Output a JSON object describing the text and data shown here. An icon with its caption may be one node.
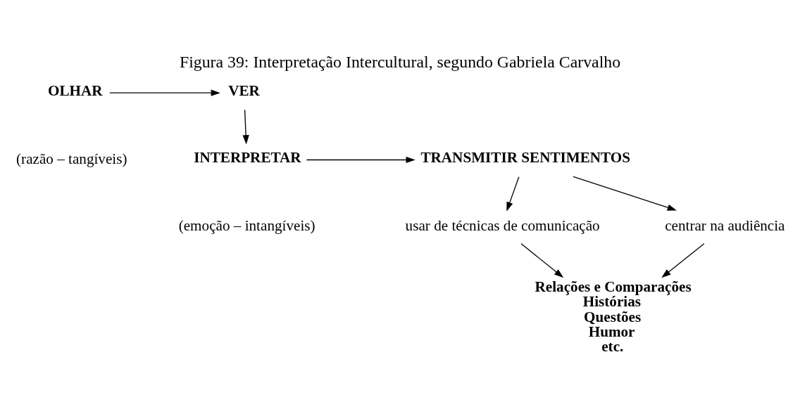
{
  "diagram": {
    "title": "Figura 39: Interpretação Intercultural, segundo Gabriela Carvalho",
    "nodes": [
      {
        "text": [
          "OLHAR"
        ]
      },
      {
        "text": [
          "VER"
        ]
      },
      {
        "text": [
          "INTERPRETAR"
        ]
      },
      {
        "text": [
          "TRANSMITIR SENTIMENTOS"
        ]
      },
      {
        "text": [
          "usar de técnicas de comunicação"
        ]
      },
      {
        "text": [
          "centrar na audiência"
        ]
      },
      {
        "text": [
          "Relações e Comparações",
          "Histórias",
          "Questões",
          "Humor",
          "etc."
        ]
      }
    ],
    "edges": [
      {
        "from": 0,
        "to": 1,
        "arrow": "to"
      },
      {
        "from": 1,
        "to": 2,
        "arrow": "to"
      },
      {
        "from": 2,
        "to": 3,
        "arrow": "to"
      },
      {
        "from": 3,
        "to": 4,
        "arrow": "to"
      },
      {
        "from": 3,
        "to": 5,
        "arrow": "to"
      },
      {
        "from": 4,
        "to": 6,
        "arrow": "to"
      },
      {
        "from": 5,
        "to": 6,
        "arrow": "to"
      }
    ],
    "labels": [
      "(razão – tangíveis)",
      "(emoção – intangíveis)"
    ]
  }
}
